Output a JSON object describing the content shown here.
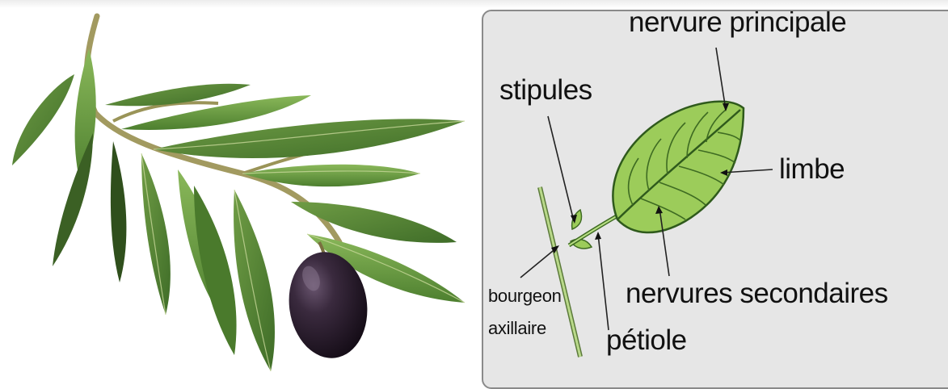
{
  "labels": {
    "nervure_principale": "nervure principale",
    "stipules": "stipules",
    "limbe": "limbe",
    "nervures_secondaires": "nervures secondaires",
    "bourgeon": "bourgeon",
    "axillaire": "axillaire",
    "petiole": "pétiole"
  },
  "colors": {
    "leaf": "#9ccc5a",
    "leaf_dark": "#3e6b22",
    "olive_leaf": "#4e7d32",
    "olive_fruit": "#2a1e2c",
    "panel_bg": "#e6e6e6"
  }
}
